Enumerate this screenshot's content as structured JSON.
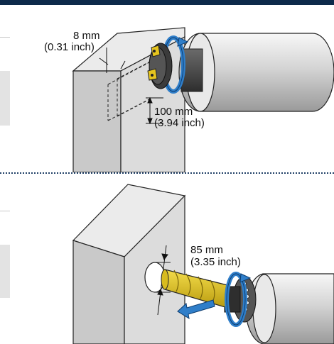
{
  "panel_top": {
    "dim_width": {
      "metric": "8 mm",
      "imperial": "(0.31 inch)"
    },
    "dim_depth": {
      "metric": "100 mm",
      "imperial": "(3.94 inch)"
    }
  },
  "panel_bottom": {
    "dim_diameter": {
      "metric": "85 mm",
      "imperial": "(3.35 inch)"
    }
  },
  "colors": {
    "header": "#0d2a4a",
    "tool_yellow": "#e6c51f",
    "rotation_arrow": "#2f7ec9",
    "block_gray": "#d3d3d3"
  }
}
